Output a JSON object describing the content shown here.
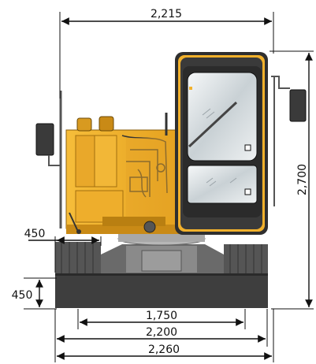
{
  "dimensions": {
    "overall_width": "2,215",
    "height": "2,700",
    "track_width": "450",
    "ground_clearance": "450",
    "track_gauge": "1,750",
    "undercarriage_width": "2,200",
    "overall_track_width": "2,260"
  },
  "colors": {
    "machine_body": "#f2b12c",
    "machine_shadow": "#c98a16",
    "cab_frame": "#2b2b2b",
    "track": "#3a3a3a",
    "glass": "#dfe5e8",
    "line": "#111111"
  }
}
